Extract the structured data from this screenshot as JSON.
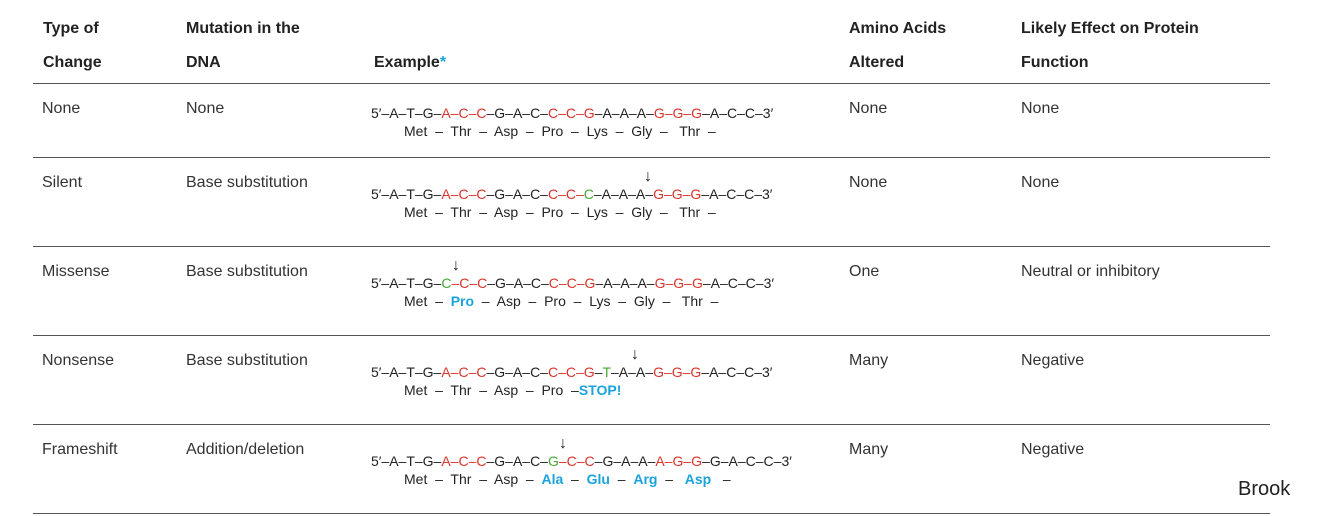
{
  "header": {
    "col1": [
      "Type of",
      "Change"
    ],
    "col2": [
      "Mutation in the",
      "DNA"
    ],
    "col3": "Example",
    "col3_star": "*",
    "col4": [
      "Amino Acids",
      "Altered"
    ],
    "col5": [
      "Likely Effect on Protein",
      "Function"
    ]
  },
  "rows": [
    {
      "type": "None",
      "mutation": "None",
      "aa_altered": "None",
      "effect": "None",
      "dna": [
        [
          "5′–A–T–G–",
          ""
        ],
        [
          "A–C–C",
          "red"
        ],
        [
          "–G–A–C–",
          ""
        ],
        [
          "C–C–G",
          "red"
        ],
        [
          "–A–A–A–",
          ""
        ],
        [
          "G–G–G",
          "red"
        ],
        [
          "–A–C–C–3′",
          ""
        ]
      ],
      "aa": [
        [
          "Met  –  Thr  –  Asp  –  Pro  –  Lys  –  Gly  –   Thr  –",
          ""
        ]
      ],
      "arrow": ""
    },
    {
      "type": "Silent",
      "mutation": "Base substitution",
      "aa_altered": "None",
      "effect": "None",
      "dna": [
        [
          "5′–A–T–G–",
          ""
        ],
        [
          "A–C–C",
          "red"
        ],
        [
          "–G–A–C–",
          ""
        ],
        [
          "C–C–",
          "red"
        ],
        [
          "C",
          "green"
        ],
        [
          "–A–A–A–",
          ""
        ],
        [
          "G–G–G",
          "red"
        ],
        [
          "–A–C–C–3′",
          ""
        ]
      ],
      "aa": [
        [
          "Met  –  Thr  –  Asp  –  Pro  –  Lys  –  Gly  –   Thr  –",
          ""
        ]
      ],
      "arrow": "↓"
    },
    {
      "type": "Missense",
      "mutation": "Base substitution",
      "aa_altered": "One",
      "effect": "Neutral or inhibitory",
      "dna": [
        [
          "5′–A–T–G–",
          ""
        ],
        [
          "C",
          "green"
        ],
        [
          "–C–C",
          "red"
        ],
        [
          "–G–A–C–",
          ""
        ],
        [
          "C–C–G",
          "red"
        ],
        [
          "–A–A–A–",
          ""
        ],
        [
          "G–G–G",
          "red"
        ],
        [
          "–A–C–C–3′",
          ""
        ]
      ],
      "aa": [
        [
          "Met  –  ",
          ""
        ],
        [
          "Pro",
          "blue"
        ],
        [
          "  –  Asp  –  Pro  –  Lys  –  Gly  –   Thr  –",
          ""
        ]
      ],
      "arrow": "↓"
    },
    {
      "type": "Nonsense",
      "mutation": "Base substitution",
      "aa_altered": "Many",
      "effect": "Negative",
      "dna": [
        [
          "5′–A–T–G–",
          ""
        ],
        [
          "A–C–C",
          "red"
        ],
        [
          "–G–A–C–",
          ""
        ],
        [
          "C–C–G",
          "red"
        ],
        [
          "–",
          ""
        ],
        [
          "T",
          "green"
        ],
        [
          "–A–A–",
          ""
        ],
        [
          "G–G–G",
          "red"
        ],
        [
          "–A–C–C–3′",
          ""
        ]
      ],
      "aa": [
        [
          "Met  –  Thr  –  Asp  –  Pro  –",
          ""
        ],
        [
          "STOP!",
          "blue"
        ]
      ],
      "arrow": "↓"
    },
    {
      "type": "Frameshift",
      "mutation": "Addition/deletion",
      "aa_altered": "Many",
      "effect": "Negative",
      "dna": [
        [
          "5′–A–T–G–",
          ""
        ],
        [
          "A–C–C",
          "red"
        ],
        [
          "–G–A–C–",
          ""
        ],
        [
          "G",
          "green"
        ],
        [
          "–C–C",
          "red"
        ],
        [
          "–G–A–A–",
          ""
        ],
        [
          "A–G–G",
          "red"
        ],
        [
          "–G–A–C–C–3′",
          ""
        ]
      ],
      "aa": [
        [
          "Met  –  Thr  –  Asp  –  ",
          ""
        ],
        [
          "Ala",
          "blue"
        ],
        [
          "  –  ",
          ""
        ],
        [
          "Glu",
          "blue"
        ],
        [
          "  –  ",
          ""
        ],
        [
          "Arg",
          "blue"
        ],
        [
          "  –   ",
          ""
        ],
        [
          "Asp",
          "blue"
        ],
        [
          "   –",
          ""
        ]
      ],
      "arrow": "↓"
    }
  ],
  "footer_fragment": "Brook",
  "colors": {
    "red": "#d9342b",
    "green": "#46a836",
    "blue": "#1aa3dc"
  }
}
